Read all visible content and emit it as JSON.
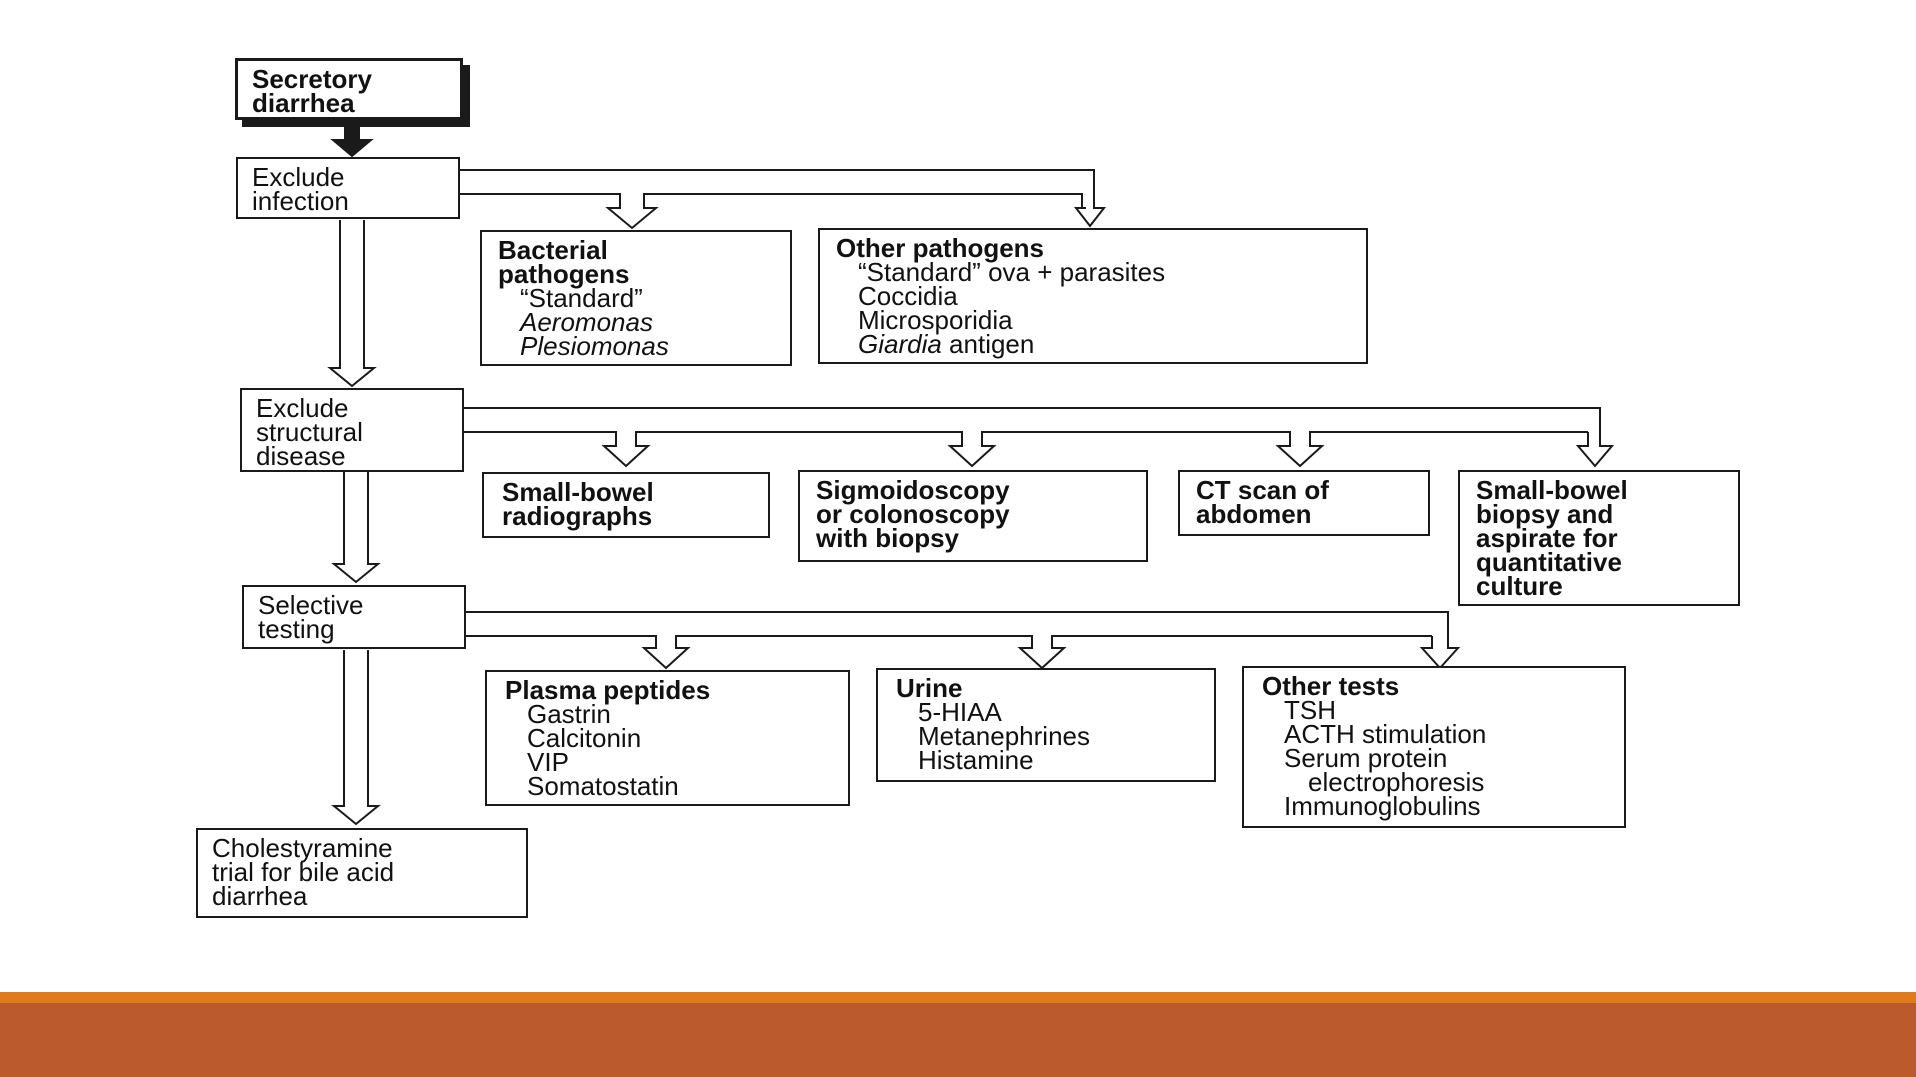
{
  "flowchart": {
    "start": {
      "lines": [
        "Secretory",
        "diarrhea"
      ]
    },
    "steps": [
      {
        "lines": [
          "Exclude",
          "infection"
        ]
      },
      {
        "lines": [
          "Exclude",
          "structural",
          "disease"
        ]
      },
      {
        "lines": [
          "Selective",
          "testing"
        ]
      },
      {
        "lines": [
          "Cholestyramine",
          "trial for bile acid",
          "diarrhea"
        ]
      }
    ],
    "infection": {
      "bacterial": {
        "title": [
          "Bacterial",
          "pathogens"
        ],
        "item1": "“Standard”",
        "item2": "Aeromonas",
        "item3": "Plesiomonas"
      },
      "other": {
        "title": "Other pathogens",
        "item1": "“Standard” ova + parasites",
        "item2": "Coccidia",
        "item3": "Microsporidia",
        "item4_italic": "Giardia",
        "item4_rest": " antigen"
      }
    },
    "structural": {
      "radiographs": [
        "Small-bowel",
        "radiographs"
      ],
      "endoscopy": [
        "Sigmoidoscopy",
        "or colonoscopy",
        "with biopsy"
      ],
      "ct": [
        "CT scan of",
        "abdomen"
      ],
      "biopsy": [
        "Small-bowel",
        "biopsy and",
        "aspirate for",
        "quantitative",
        "culture"
      ]
    },
    "selective": {
      "plasma": {
        "title": "Plasma peptides",
        "items": [
          "Gastrin",
          "Calcitonin",
          "VIP",
          "Somatostatin"
        ]
      },
      "urine": {
        "title": "Urine",
        "items": [
          "5-HIAA",
          "Metanephrines",
          "Histamine"
        ]
      },
      "other": {
        "title": "Other tests",
        "items": [
          "TSH",
          "ACTH stimulation",
          "Serum protein"
        ],
        "subitem": "electrophoresis",
        "last": "Immunoglobulins"
      }
    }
  },
  "footer": {
    "stripe_color": "#e07b1c",
    "band_color": "#bb5a2d"
  }
}
